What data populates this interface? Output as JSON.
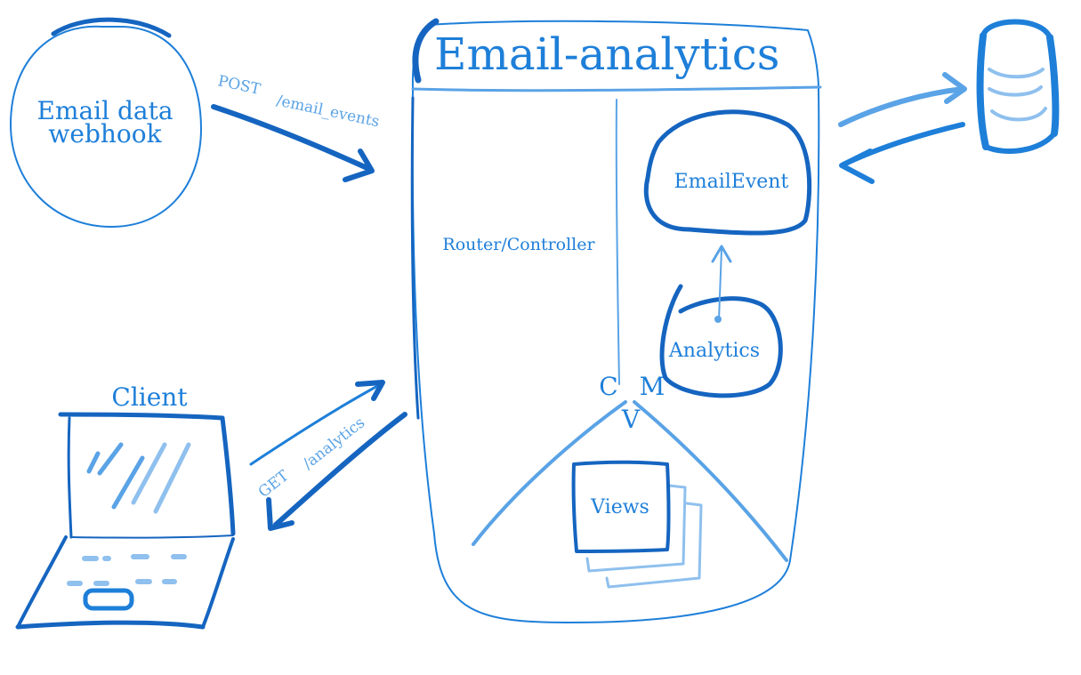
{
  "colors": {
    "ink_dark": "#1565c0",
    "ink_main": "#1e7fd9",
    "ink_light": "#5aa3e6",
    "ink_pale": "#8fc0ee"
  },
  "app": {
    "title": "Email-analytics"
  },
  "webhook": {
    "label_line1": "Email data",
    "label_line2": "webhook"
  },
  "request_in": {
    "method": "POST",
    "path": "/email_events"
  },
  "client": {
    "label": "Client",
    "icon": "laptop-icon"
  },
  "request_client": {
    "method": "GET",
    "path": "/analytics"
  },
  "database": {
    "icon": "database-icon"
  },
  "components": {
    "router": "Router/Controller",
    "email_event": "EmailEvent",
    "analytics": "Analytics",
    "views": "Views"
  },
  "mvc": {
    "c": "C",
    "m": "M",
    "v": "V"
  }
}
